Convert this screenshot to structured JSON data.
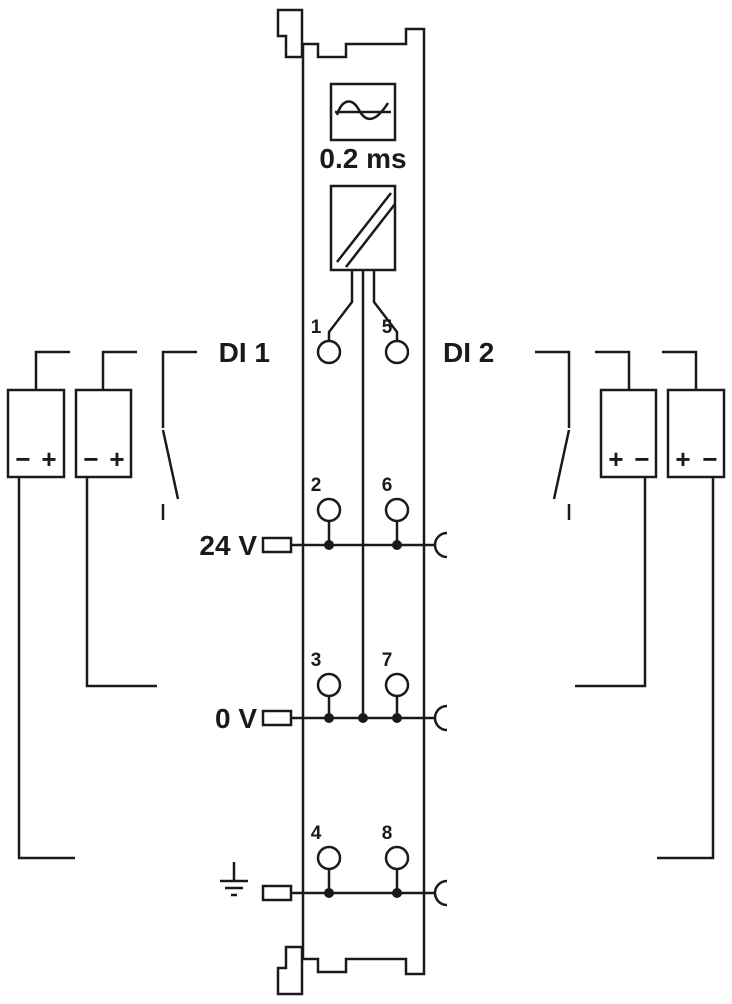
{
  "colors": {
    "line": "#1a1a1a",
    "module_fill": "#e9e9e9",
    "symbol_fill": "#ffffff"
  },
  "module": {
    "filter_time_label": "0.2 ms",
    "channel_labels": {
      "di1": "DI 1",
      "di2": "DI 2"
    },
    "rail_labels": {
      "v24": "24 V",
      "v0": "0 V"
    },
    "pin_numbers": {
      "p1": "1",
      "p2": "2",
      "p3": "3",
      "p4": "4",
      "p5": "5",
      "p6": "6",
      "p7": "7",
      "p8": "8"
    }
  },
  "polarity": {
    "minus": "−",
    "plus": "+"
  },
  "icons": {
    "filter": "sine-filter-icon",
    "isolation": "galvanic-isolation-icon",
    "ground": "earth-ground-icon",
    "jumper": "power-jumper-contact-icon",
    "switch": "normally-open-contact-icon"
  }
}
